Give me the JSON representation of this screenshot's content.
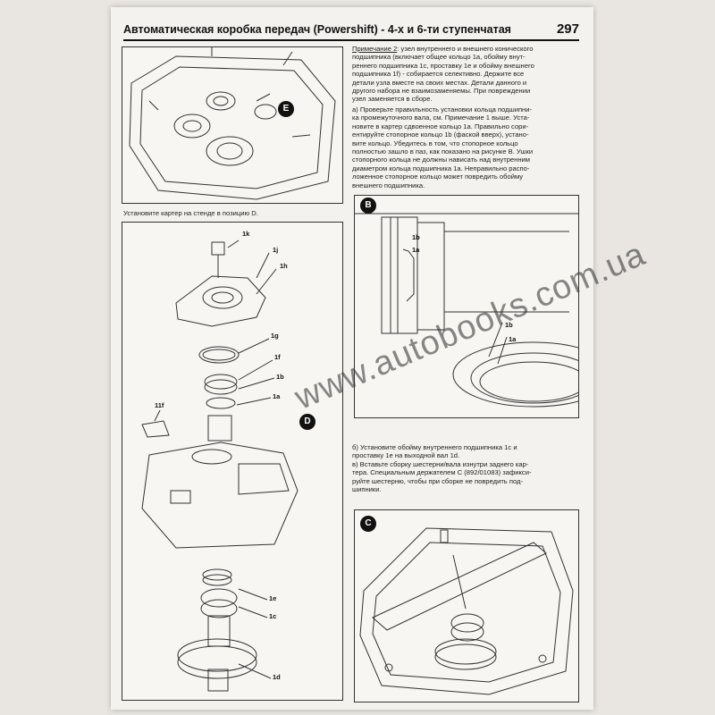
{
  "header": {
    "title": "Автоматическая коробка передач (Powershift) - 4-х и 6-ти ступенчатая",
    "page_number": "297"
  },
  "note": {
    "label": "Примечание 2",
    "line1": "узел внутреннего и внешнего конического",
    "line2": "подшипника (включает общее кольцо 1а, обойму внут-",
    "line3": "реннего подшипника 1с, проставку 1е и обойму внешнего",
    "line4": "подшипника 1f) - собирается селективно. Держите все",
    "line5": "детали узла вместе на своих местах. Детали данного и",
    "line6": "другого набора не взаимозаменяемы. При повреждении",
    "line7": "узел заменяется в сборе."
  },
  "para_a": {
    "line1": "а) Проверьте правильность установки кольца подшипни-",
    "line2": "ка промежуточного вала, см. Примечание 1 выше. Уста-",
    "line3": "новите в картер сдвоенное кольцо 1а. Правильно сори-",
    "line4": "ентируйте стопорное кольцо 1b (фаской вверх), устано-",
    "line5": "вите кольцо. Убедитесь в том, что стопорное кольцо",
    "line6": "полностью зашло в паз, как показано на рисунке B. Ушки",
    "line7": "стопорного кольца не должны нависать над внутренним",
    "line8": "диаметром кольца подшипника 1а. Неправильно распо-",
    "line9": "ложенное стопорное кольцо может повредить обойму",
    "line10": "внешнего подшипника."
  },
  "caption_d": "Установите картер на стенде в позицию D.",
  "para_b": {
    "line1": "б) Установите обойму внутреннего подшипника 1с и",
    "line2": "проставку 1е на выходной вал 1d.",
    "line3": "в) Вставьте сборку шестерни/вала изнутри заднего кар-",
    "line4": "тера. Специальным держателем C (892/01083) зафикси-",
    "line5": "руйте шестерню, чтобы при сборке не повредить под-",
    "line6": "шипники."
  },
  "figures": {
    "e_label": "E",
    "b_label": "B",
    "c_label": "C",
    "d_label": "D"
  },
  "part_labels": {
    "p1k": "1k",
    "p1j": "1j",
    "p1h": "1h",
    "p1g": "1g",
    "p1f": "1f",
    "p1b": "1b",
    "p1a": "1a",
    "p11f": "11f",
    "p1e": "1e",
    "p1c": "1c",
    "p1d": "1d",
    "b1b": "1b",
    "b1a": "1a",
    "b1b2": "1b",
    "b1a2": "1a"
  },
  "watermark": "www.autobooks.com.ua"
}
